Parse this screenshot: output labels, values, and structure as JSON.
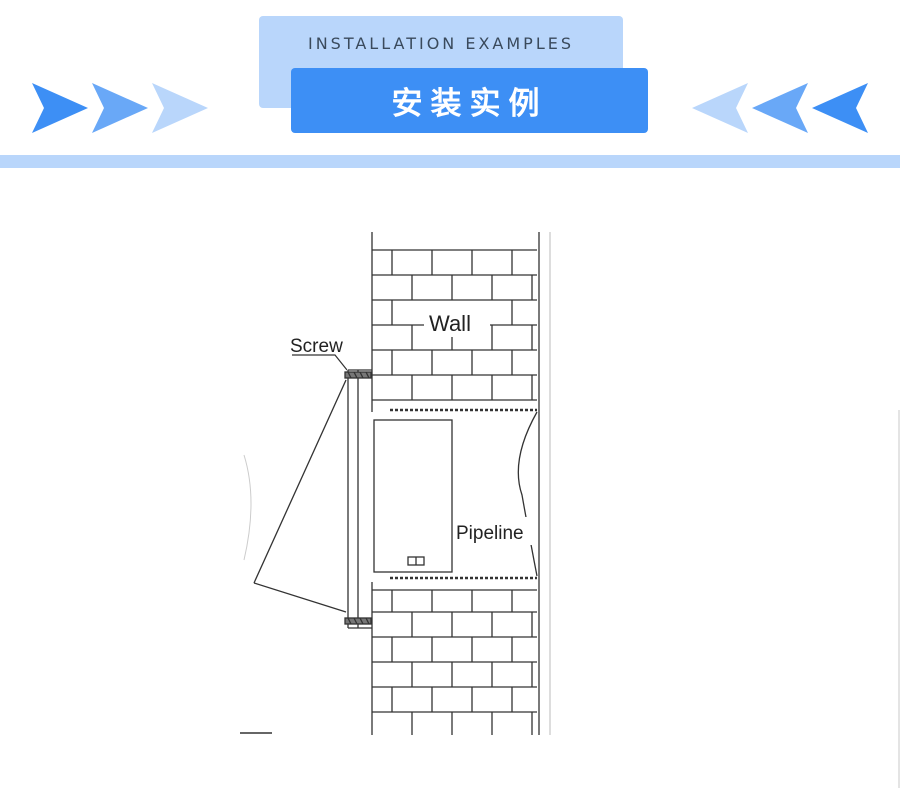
{
  "banner": {
    "title_en": "INSTALLATION EXAMPLES",
    "title_cn": "安装实例",
    "colors": {
      "accent": "#3d8ff5",
      "light": "#b9d6fb"
    }
  },
  "diagram": {
    "labels": {
      "screw": "Screw",
      "wall": "Wall",
      "pipeline": "Pipeline"
    }
  }
}
